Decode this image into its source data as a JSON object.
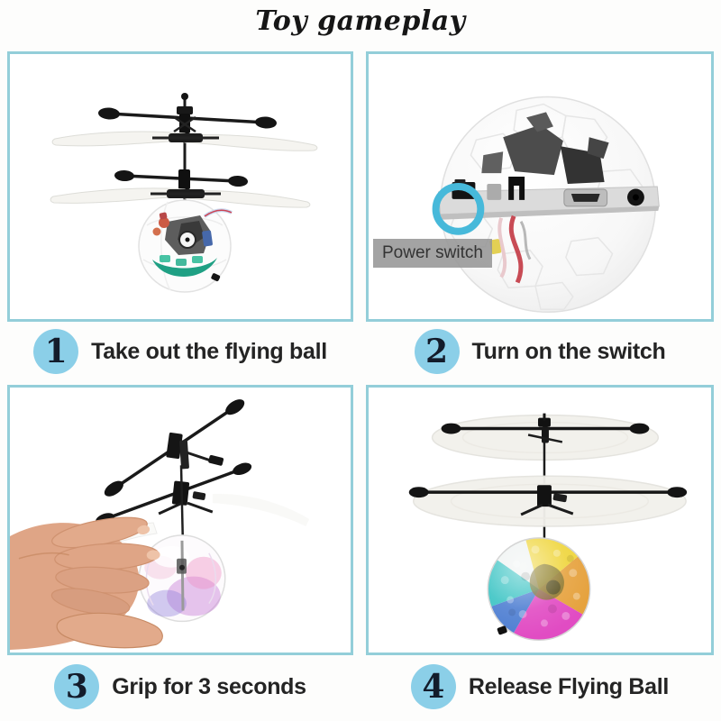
{
  "title": "Toy gameplay",
  "steps": [
    {
      "number": "1",
      "label": "Take out the flying ball"
    },
    {
      "number": "2",
      "label": "Turn on the switch"
    },
    {
      "number": "3",
      "label": "Grip for 3 seconds"
    },
    {
      "number": "4",
      "label": "Release Flying Ball"
    }
  ],
  "panels": {
    "step1_image": "flying ball toy with double rotor bars and white blades",
    "step2_image": "close-up of crystal ball showing power switch and usb port",
    "step2_annotation": "Power switch",
    "step3_image": "hand gripping the glowing flying ball",
    "step4_image": "flying ball hovering with spinning rotors and rainbow disco lights"
  },
  "colors": {
    "panel_border": "#93ced9",
    "step_circle_fill": "#8bcfe8",
    "step_number": "#131c2b",
    "caption_text": "#242424",
    "annotation_bg": "#969696",
    "highlight_ring": "#47b9da"
  }
}
